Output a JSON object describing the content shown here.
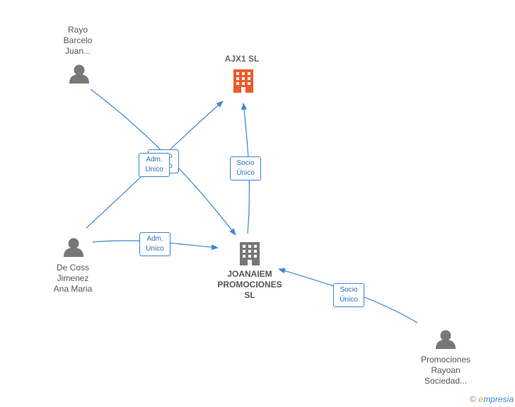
{
  "colors": {
    "edge": "#3b86d4",
    "person_icon": "#777777",
    "target_company_icon": "#ef5a2a",
    "company_icon": "#777777"
  },
  "nodes": {
    "ajx1": {
      "lines": [
        "AJX1  SL"
      ],
      "icon": "building-icon"
    },
    "joanaiem": {
      "lines": [
        "JOANAIEM",
        "PROMOCIONES",
        "SL"
      ],
      "icon": "building-icon"
    },
    "rayo": {
      "lines": [
        "Rayo",
        "Barcelo",
        "Juan..."
      ],
      "icon": "person-icon"
    },
    "decoss": {
      "lines": [
        "De Coss",
        "Jimenez",
        "Ana Maria"
      ],
      "icon": "person-icon"
    },
    "rayoan": {
      "lines": [
        "Promociones",
        "Rayoan",
        "Sociedad..."
      ],
      "icon": "person-icon"
    }
  },
  "edges": {
    "rayo_joanaiem": {
      "lines": [
        "Socio",
        "Único"
      ]
    },
    "decoss_ajx1": {
      "lines": [
        "Adm.",
        "Unico"
      ]
    },
    "joanaiem_ajx1": {
      "lines": [
        "Socio",
        "Único"
      ]
    },
    "decoss_joanaiem": {
      "lines": [
        "Adm.",
        "Unico"
      ]
    },
    "rayoan_joanaiem": {
      "lines": [
        "Socio",
        "Único"
      ]
    }
  },
  "brand": {
    "copyright": "©",
    "e": "e",
    "rest": "mpresia"
  }
}
